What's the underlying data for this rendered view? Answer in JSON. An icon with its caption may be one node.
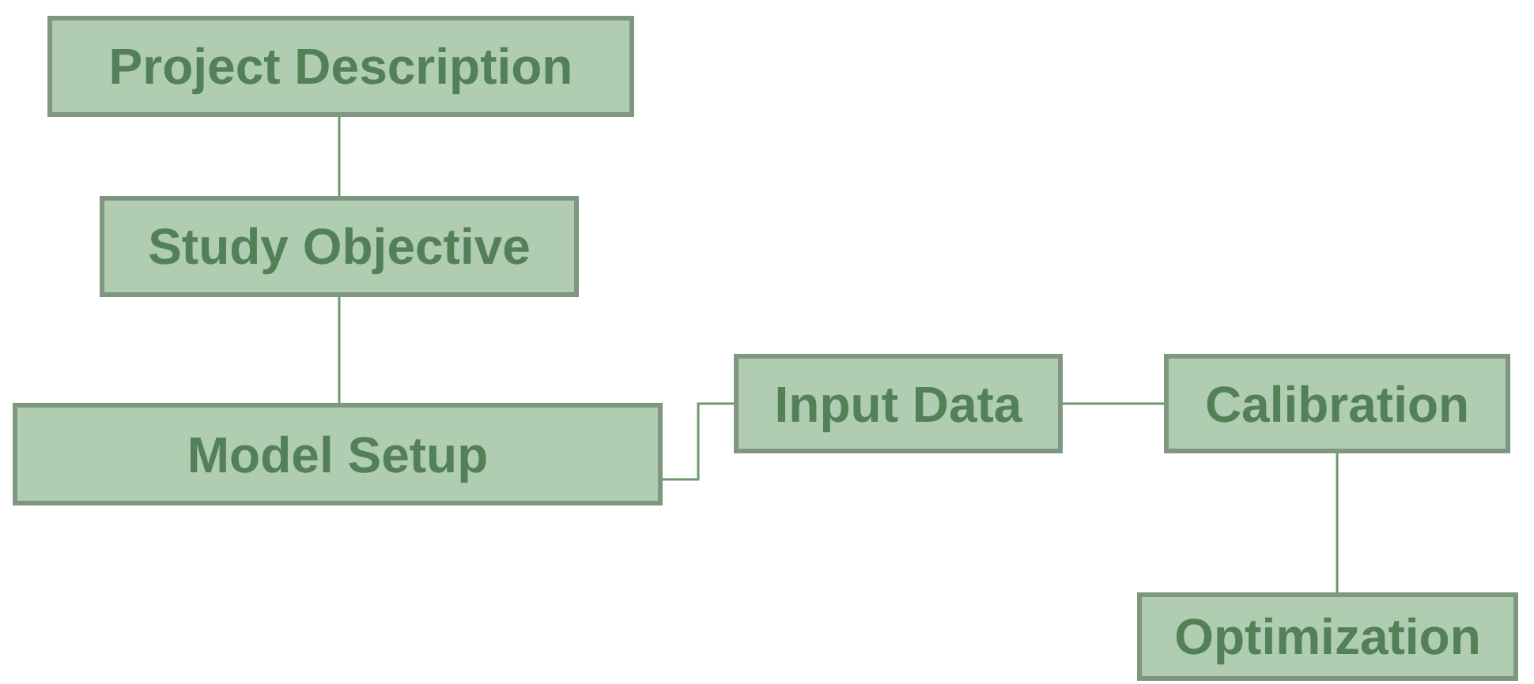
{
  "diagram": {
    "nodes": [
      {
        "text": [
          "Project Description"
        ]
      },
      {
        "text": [
          "Study Objective"
        ]
      },
      {
        "text": [
          "Model Setup"
        ]
      },
      {
        "text": [
          "Input Data"
        ]
      },
      {
        "text": [
          "Calibration"
        ]
      },
      {
        "text": [
          "Optimization"
        ]
      }
    ],
    "edges": [
      {
        "from": 0,
        "to": 1,
        "arrow": "none"
      },
      {
        "from": 1,
        "to": 2,
        "arrow": "none"
      },
      {
        "from": 2,
        "to": 3,
        "arrow": "none"
      },
      {
        "from": 3,
        "to": 4,
        "arrow": "none"
      },
      {
        "from": 4,
        "to": 5,
        "arrow": "none"
      }
    ]
  }
}
